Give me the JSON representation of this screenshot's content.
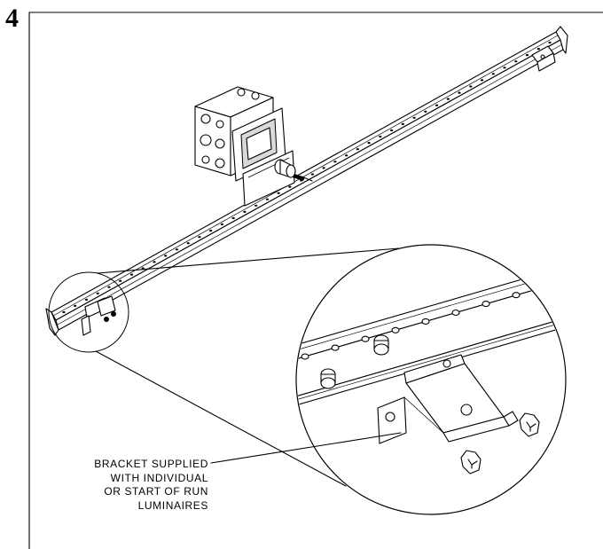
{
  "figure": {
    "step_number": "4",
    "callout_lines": [
      "BRACKET SUPPLIED",
      "WITH INDIVIDUAL",
      "OR START OF RUN",
      "LUMINAIRES"
    ]
  }
}
